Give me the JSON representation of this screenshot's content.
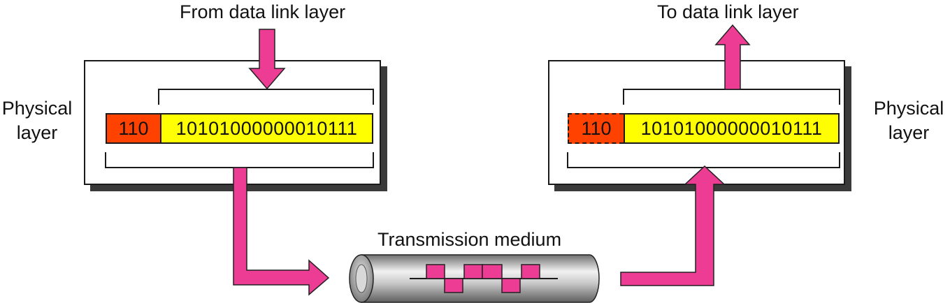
{
  "sender": {
    "incoming_label": "From data link layer",
    "layer_label_line1": "Physical",
    "layer_label_line2": "layer",
    "header_bits": "110",
    "payload_bits": "10101000000010111"
  },
  "receiver": {
    "outgoing_label": "To data link layer",
    "layer_label_line1": "Physical",
    "layer_label_line2": "layer",
    "header_bits": "110",
    "payload_bits": "10101000000010111"
  },
  "medium": {
    "label": "Transmission medium"
  },
  "colors": {
    "arrow": "#ec3c93",
    "header": "#ff4200",
    "payload": "#ffff00",
    "cylinder": "#9a9a9a"
  }
}
